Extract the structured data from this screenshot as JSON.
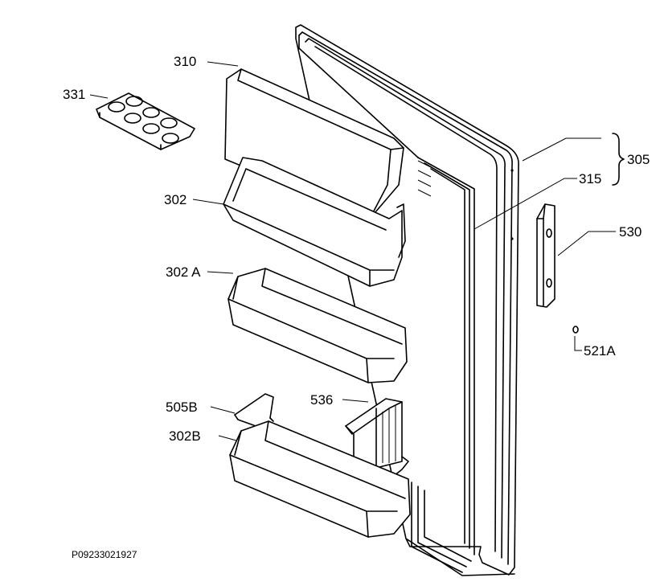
{
  "labels": {
    "l310": "310",
    "l331": "331",
    "l302": "302",
    "l302a": "302 A",
    "l305": "305",
    "l315": "315",
    "l530": "530",
    "l521a": "521A",
    "l505b": "505B",
    "l536": "536",
    "l302b": "302B"
  },
  "drawing_code": "P09233021927",
  "colors": {
    "line": "#000000",
    "background": "#ffffff",
    "shade": "#e6e6e6"
  }
}
